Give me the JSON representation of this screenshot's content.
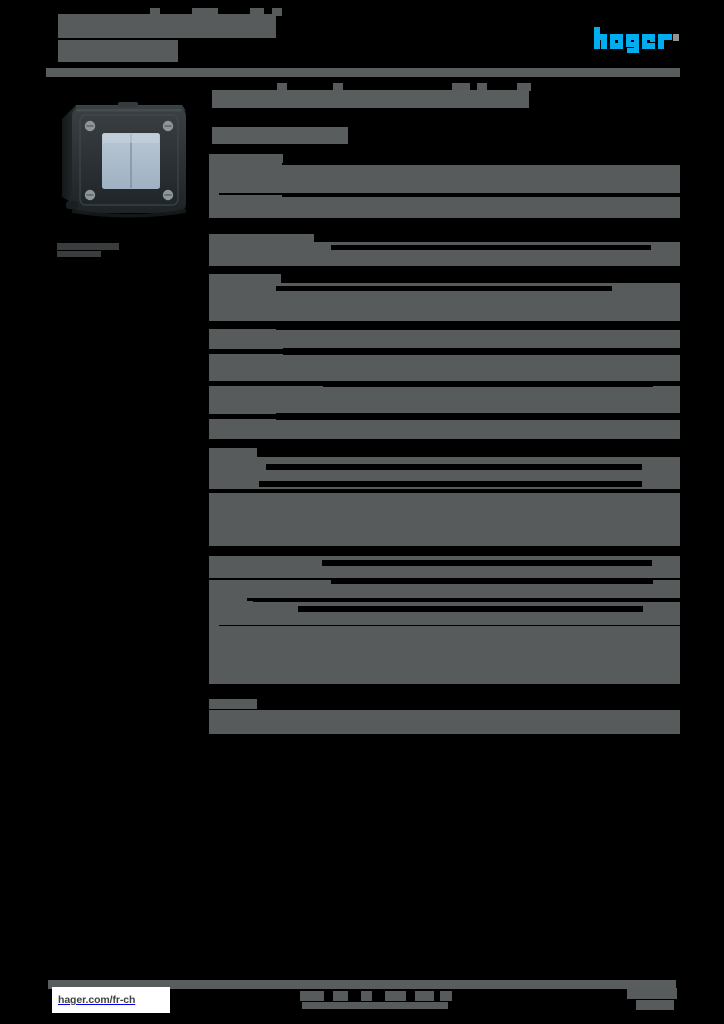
{
  "document": {
    "kind": "product-datasheet",
    "page_background": "#000000",
    "redaction_color": "#585b5b",
    "brand_color": "#00aeef",
    "title": "",
    "title_second_line": "",
    "subtitle": "",
    "reference": ""
  },
  "header": {
    "logo_text": "hager",
    "logo_color": "#00aeef",
    "trademark_mark": "",
    "rule_color": "#5a5d5d"
  },
  "figure": {
    "caption_line_1": "",
    "caption_line_2": "",
    "alt": "surface-mount double rocker switch in dark enclosure",
    "body_color": "#2b3032",
    "rocker_color": "#aebecd",
    "screw_color": "#9aa3a8"
  },
  "content": {
    "doc_title": "",
    "doc_subtitle": "",
    "sections": [
      {
        "heading": "",
        "rows": [
          {
            "label": "",
            "value": ""
          },
          {
            "label": "",
            "value": ""
          },
          {
            "label": "",
            "value": ""
          },
          {
            "label": "",
            "value": ""
          }
        ]
      },
      {
        "heading": "",
        "rows": [
          {
            "label": "",
            "value": ""
          },
          {
            "label": "",
            "value": ""
          }
        ]
      },
      {
        "heading": "",
        "rows": [
          {
            "label": "",
            "value": ""
          },
          {
            "label": "",
            "value": ""
          },
          {
            "label": "",
            "value": ""
          },
          {
            "label": "",
            "value": ""
          },
          {
            "label": "",
            "value": ""
          },
          {
            "label": "",
            "value": ""
          },
          {
            "label": "",
            "value": ""
          }
        ]
      },
      {
        "heading": "",
        "rows": [
          {
            "label": "",
            "value": ""
          },
          {
            "label": "",
            "value": ""
          },
          {
            "label": "",
            "value": ""
          },
          {
            "label": "",
            "value": ""
          },
          {
            "label": "",
            "value": ""
          },
          {
            "label": "",
            "value": ""
          },
          {
            "label": "",
            "value": ""
          },
          {
            "label": "",
            "value": ""
          }
        ]
      },
      {
        "heading": "",
        "rows": [
          {
            "label": "",
            "value": ""
          },
          {
            "label": "",
            "value": ""
          }
        ]
      }
    ]
  },
  "footer": {
    "site_url": "hager.com/fr-ch",
    "center_note": "",
    "page_number": "",
    "rule_color": "#5a5d5d"
  }
}
